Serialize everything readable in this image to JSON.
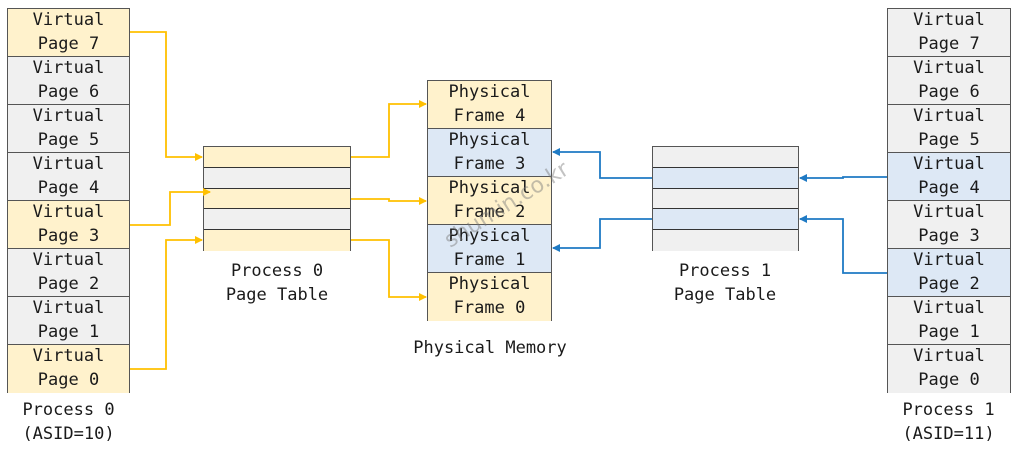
{
  "colors": {
    "mapped_process0": "#fff2cc",
    "mapped_process1": "#dde8f5",
    "unmapped": "#f0f0f0",
    "arrow_process0": "#ffc000",
    "arrow_process1": "#1f7ac4"
  },
  "process0": {
    "title_line1": "Process 0",
    "title_line2": "(ASID=10)",
    "pages": [
      {
        "line1": "Virtual",
        "line2": "Page 7",
        "state": "orange"
      },
      {
        "line1": "Virtual",
        "line2": "Page 6",
        "state": "gray"
      },
      {
        "line1": "Virtual",
        "line2": "Page 5",
        "state": "gray"
      },
      {
        "line1": "Virtual",
        "line2": "Page 4",
        "state": "gray"
      },
      {
        "line1": "Virtual",
        "line2": "Page 3",
        "state": "orange"
      },
      {
        "line1": "Virtual",
        "line2": "Page 2",
        "state": "gray"
      },
      {
        "line1": "Virtual",
        "line2": "Page 1",
        "state": "gray"
      },
      {
        "line1": "Virtual",
        "line2": "Page 0",
        "state": "orange"
      }
    ],
    "page_table": {
      "label_line1": "Process 0",
      "label_line2": "Page Table",
      "rows": [
        "orange",
        "gray",
        "orange",
        "gray",
        "orange"
      ]
    }
  },
  "physical_memory": {
    "label": "Physical Memory",
    "frames": [
      {
        "line1": "Physical",
        "line2": "Frame 4",
        "state": "orange"
      },
      {
        "line1": "Physical",
        "line2": "Frame 3",
        "state": "blue"
      },
      {
        "line1": "Physical",
        "line2": "Frame 2",
        "state": "orange"
      },
      {
        "line1": "Physical",
        "line2": "Frame 1",
        "state": "blue"
      },
      {
        "line1": "Physical",
        "line2": "Frame 0",
        "state": "orange"
      }
    ]
  },
  "process1": {
    "title_line1": "Process 1",
    "title_line2": "(ASID=11)",
    "pages": [
      {
        "line1": "Virtual",
        "line2": "Page 7",
        "state": "gray"
      },
      {
        "line1": "Virtual",
        "line2": "Page 6",
        "state": "gray"
      },
      {
        "line1": "Virtual",
        "line2": "Page 5",
        "state": "gray"
      },
      {
        "line1": "Virtual",
        "line2": "Page 4",
        "state": "blue"
      },
      {
        "line1": "Virtual",
        "line2": "Page 3",
        "state": "gray"
      },
      {
        "line1": "Virtual",
        "line2": "Page 2",
        "state": "blue"
      },
      {
        "line1": "Virtual",
        "line2": "Page 1",
        "state": "gray"
      },
      {
        "line1": "Virtual",
        "line2": "Page 0",
        "state": "gray"
      }
    ],
    "page_table": {
      "label_line1": "Process 1",
      "label_line2": "Page Table",
      "rows": [
        "gray",
        "blue",
        "gray",
        "blue",
        "gray"
      ]
    }
  },
  "mappings": [
    {
      "process": 0,
      "virtual_page": 7,
      "pt_row": 0,
      "frame": 4
    },
    {
      "process": 0,
      "virtual_page": 3,
      "pt_row": 2,
      "frame": 2
    },
    {
      "process": 0,
      "virtual_page": 0,
      "pt_row": 4,
      "frame": 0
    },
    {
      "process": 1,
      "virtual_page": 4,
      "pt_row": 1,
      "frame": 3
    },
    {
      "process": 1,
      "virtual_page": 2,
      "pt_row": 3,
      "frame": 1
    }
  ],
  "watermark": "shumin.co.kr"
}
